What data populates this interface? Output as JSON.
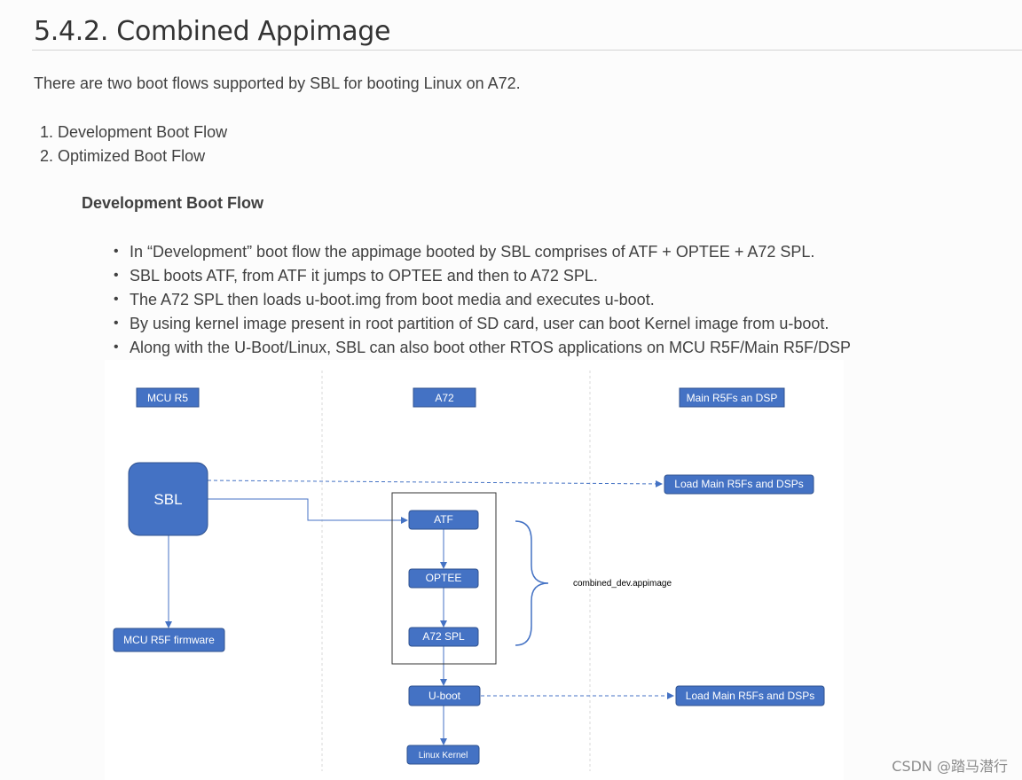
{
  "section": {
    "heading": "5.4.2. Combined Appimage",
    "intro": "There are two boot flows supported by SBL for booting Linux on A72."
  },
  "boot_flows": [
    "1. Development Boot Flow",
    "2. Optimized Boot Flow"
  ],
  "dev_flow": {
    "title": "Development Boot Flow",
    "bullets": [
      "In “Development” boot flow the appimage booted by SBL comprises of ATF + OPTEE + A72 SPL.",
      "SBL boots ATF, from ATF it jumps to OPTEE and then to A72 SPL.",
      "The A72 SPL then loads u-boot.img from boot media and executes u-boot.",
      "By using kernel image present in root partition of SD card, user can boot Kernel image from u-boot.",
      "Along with the U-Boot/Linux, SBL can also boot other RTOS applications on MCU R5F/Main R5F/DSP"
    ]
  },
  "diagram": {
    "lane_headers": {
      "mcu": "MCU R5",
      "a72": "A72",
      "main": "Main R5Fs an DSP"
    },
    "nodes": {
      "sbl": "SBL",
      "mcu_fw": "MCU R5F firmware",
      "atf": "ATF",
      "optee": "OPTEE",
      "a72spl": "A72 SPL",
      "uboot": "U-boot",
      "kernel": "Linux Kernel",
      "load_main_1": "Load Main R5Fs and DSPs",
      "load_main_2": "Load Main R5Fs and DSPs"
    },
    "brace_label": "combined_dev.appimage",
    "colors": {
      "box_fill": "#4472c4",
      "box_stroke": "#2f528f",
      "arrow": "#4472c4",
      "lane_divider": "#d9d9d9"
    }
  },
  "watermark": "CSDN @踏马潜行"
}
